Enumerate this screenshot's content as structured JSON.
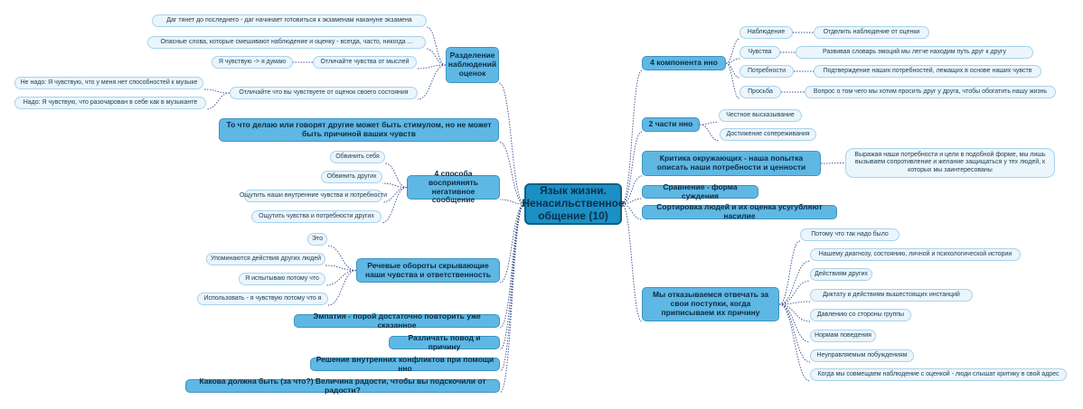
{
  "colors": {
    "root": "#1c8fc4",
    "branch": "#5fb7e4",
    "leaf": "#eaf5fc",
    "link": "#3a4a8a"
  },
  "root": "Язык жизни. Ненасильственное общение (10)",
  "left": {
    "separation": {
      "label": "Разделение наблюдений оценок",
      "items": [
        "Даг тянет до последнего - даг начинает готовиться к экзаменам накануне экзамена",
        "Опасные слова, которые смешивают наблюдение и оценку - всегда, часто, никогда ...",
        "Отличайте чувства от мыслей",
        "Отличайте что вы чувствуете от оценок своего состояния"
      ],
      "feel_example": "Я чувствую -> я думаю",
      "state_examples": [
        "Не надо: Я чувствую, что у меня нет способностей к музыке",
        "Надо: Я чувствую, что разочарован в себе как в музыканте"
      ]
    },
    "stimulus": "То что делаю или говорят другие может быть стимулом, но не может быть причиной ваших чувств",
    "four_ways": {
      "label": "4 способа восприянять негативное сообщение",
      "items": [
        "Обвинить себя",
        "Обвинить других",
        "Ощутить наши внутренние чувства и потребности",
        "Ощутить чувства и потребности других"
      ]
    },
    "speech": {
      "label": "Речевые обороты скрывающие наши чувства и ответственность",
      "items": [
        "Это",
        "Упоминаются действия других людей",
        "Я испытываю потому что",
        "Использовать - я чувствую потому что я"
      ]
    },
    "empathy": "Эмпатия - порой достаточно повторить уже сказанное",
    "distinguish": "Различать повод и причину",
    "conflicts": "Решение внутренних конфликтов при помощи нно",
    "joy": "Какова должна быть (за что?) Величина радости, чтобы вы подскочили от радости?"
  },
  "right": {
    "components": {
      "label": "4 компонента нно",
      "items": [
        "Наблюдение",
        "Чувства",
        "Потребности",
        "Просьба"
      ],
      "details": [
        "Отделить наблюдение от оценки",
        "Развивая словарь эмоций мы легче находим путь друг к другу",
        "Подтверждение наших потребностей, лежащих в основе наших чувств",
        "Вопрос о том чего мы хотим просить друг у друга, чтобы обогатить нашу жизнь"
      ]
    },
    "two_parts": {
      "label": "2 части нно",
      "items": [
        "Честное высказывание",
        "Достижение сопереживания"
      ]
    },
    "criticism": {
      "label": "Критика окружающих - наша попытка описать наши потребности и ценности",
      "note": "Выражая наши потребности и цели в подобной форме, мы лишь вызываем сопротивление и желание защищаться у тех людей, к которых мы заинтересованы"
    },
    "comparison": "Сравнение - форма суждения",
    "sorting": "Сортировка людей и их оценка усугубляют насилие",
    "refuse": {
      "label": "Мы отказываемся отвечать за свои поступки, когда приписываем их причину",
      "items": [
        "Потому что так надо было",
        "Нашему диагнозу, состоянию, личной и психологической истории",
        "Действиям других",
        "Диктату и действиям вышестоящих инстанций",
        "Давлению со стороны группы",
        "Нормам поведения",
        "Неуправляемым побуждениям",
        "Когда мы совмещаем наблюдение с оценкой - люди слышат критику в свой адрес"
      ]
    }
  }
}
